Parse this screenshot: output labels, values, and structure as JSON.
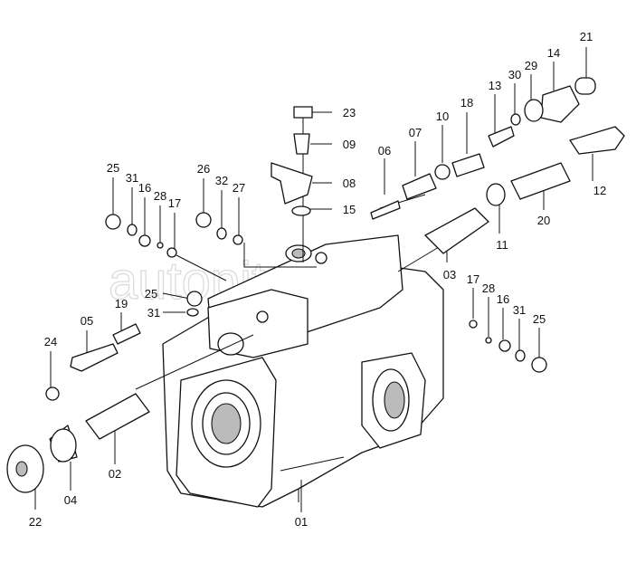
{
  "diagram": {
    "type": "exploded parts diagram",
    "watermark": "autopiter.ru",
    "callouts": [
      {
        "id": "21"
      },
      {
        "id": "14"
      },
      {
        "id": "29"
      },
      {
        "id": "30"
      },
      {
        "id": "13"
      },
      {
        "id": "18"
      },
      {
        "id": "10"
      },
      {
        "id": "07"
      },
      {
        "id": "06"
      },
      {
        "id": "12"
      },
      {
        "id": "20"
      },
      {
        "id": "11"
      },
      {
        "id": "03"
      },
      {
        "id": "23"
      },
      {
        "id": "09"
      },
      {
        "id": "08"
      },
      {
        "id": "15"
      },
      {
        "id": "25"
      },
      {
        "id": "31"
      },
      {
        "id": "16"
      },
      {
        "id": "28"
      },
      {
        "id": "17"
      },
      {
        "id": "26"
      },
      {
        "id": "32"
      },
      {
        "id": "27"
      },
      {
        "id": "25"
      },
      {
        "id": "31"
      },
      {
        "id": "19"
      },
      {
        "id": "05"
      },
      {
        "id": "24"
      },
      {
        "id": "17"
      },
      {
        "id": "28"
      },
      {
        "id": "16"
      },
      {
        "id": "31"
      },
      {
        "id": "25"
      },
      {
        "id": "02"
      },
      {
        "id": "04"
      },
      {
        "id": "22"
      },
      {
        "id": "01"
      }
    ]
  }
}
